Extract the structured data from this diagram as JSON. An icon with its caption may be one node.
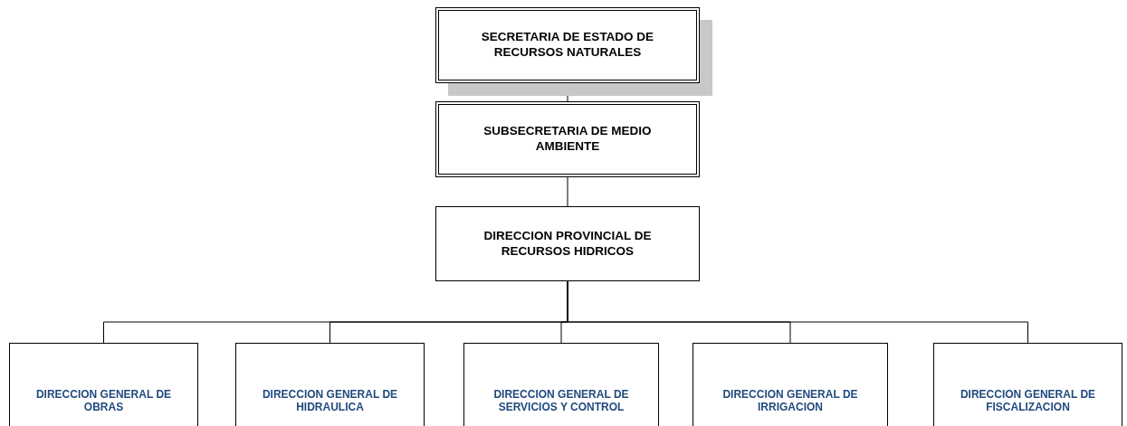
{
  "diagram": {
    "nodes": [
      {
        "text": [
          "SECRETARIA DE ESTADO DE RECURSOS NATURALES"
        ]
      },
      {
        "text": [
          "SUBSECRETARIA DE MEDIO AMBIENTE"
        ]
      },
      {
        "text": [
          "DIRECCION PROVINCIAL DE RECURSOS HIDRICOS"
        ]
      },
      {
        "text": [
          "DIRECCION GENERAL DE OBRAS"
        ]
      },
      {
        "text": [
          "DIRECCION GENERAL DE HIDRAULICA"
        ]
      },
      {
        "text": [
          "DIRECCION GENERAL DE SERVICIOS Y CONTROL"
        ]
      },
      {
        "text": [
          "DIRECCION GENERAL DE IRRIGACION"
        ]
      },
      {
        "text": [
          "DIRECCION GENERAL DE FISCALIZACION"
        ]
      }
    ],
    "edges": [
      {
        "from": 0,
        "to": 1,
        "arrow": "none"
      },
      {
        "from": 1,
        "to": 2,
        "arrow": "none"
      },
      {
        "from": 2,
        "to": 3,
        "arrow": "none"
      },
      {
        "from": 2,
        "to": 4,
        "arrow": "none"
      },
      {
        "from": 2,
        "to": 5,
        "arrow": "none"
      },
      {
        "from": 2,
        "to": 6,
        "arrow": "none"
      },
      {
        "from": 2,
        "to": 7,
        "arrow": "none"
      }
    ]
  }
}
